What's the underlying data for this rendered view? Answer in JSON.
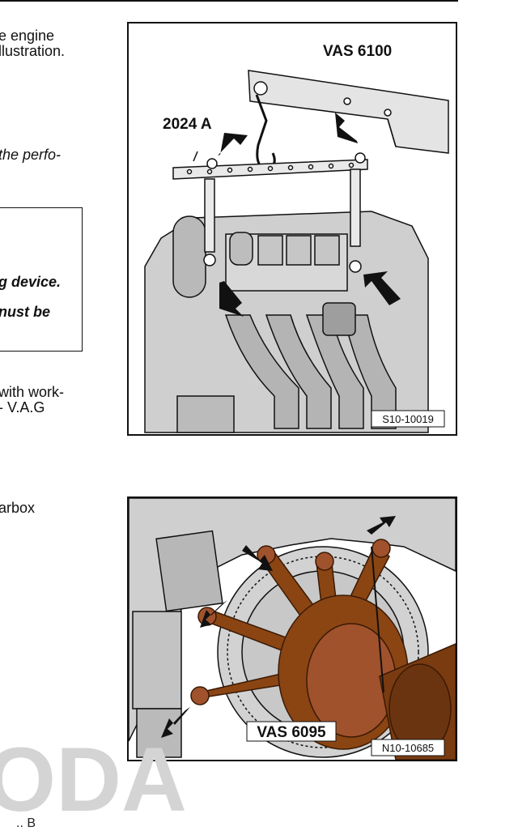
{
  "text_lines": [
    "e engine",
    "llustration.",
    " the perfo-",
    "g device.",
    "nust be",
    "with work-",
    "- V.A.G",
    "arbox"
  ],
  "figure1": {
    "tool_label": "VAS 6100",
    "part_label": "2024 A",
    "ref": "S10-10019"
  },
  "figure2": {
    "tool_label": "VAS 6095",
    "ref": "N10-10685"
  },
  "logo_text": "ODA",
  "footer_text": "   ..  B"
}
